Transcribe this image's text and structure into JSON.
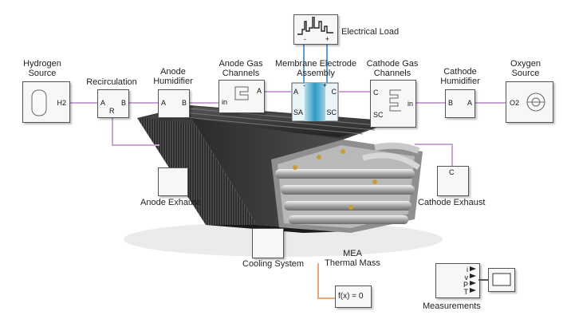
{
  "title": "",
  "blocks": {
    "hydrogen_source": {
      "label": "Hydrogen\nSource",
      "port": "H2"
    },
    "recirculation": {
      "label": "Recirculation",
      "ports": [
        "A",
        "B"
      ],
      "glyph": "R"
    },
    "anode_humidifier": {
      "label": "Anode\nHumidifier",
      "ports": [
        "A",
        "B"
      ]
    },
    "anode_gas_channels": {
      "label": "Anode Gas\nChannels",
      "ports": [
        "in",
        "A"
      ]
    },
    "mea": {
      "label": "Membrane Electrode\nAssembly",
      "ports": [
        "A",
        "C",
        "-",
        "+",
        "SA",
        "SC"
      ]
    },
    "electrical_load": {
      "label": "Electrical Load",
      "ports": [
        "-",
        "+"
      ]
    },
    "cathode_gas_channels": {
      "label": "Cathode Gas\nChannels",
      "ports": [
        "C",
        "SC",
        "in"
      ]
    },
    "cathode_humidifier": {
      "label": "Cathode\nHumidifier",
      "ports": [
        "B",
        "A"
      ]
    },
    "oxygen_source": {
      "label": "Oxygen\nSource",
      "port": "O2"
    },
    "anode_exhaust": {
      "label": "Anode Exhaust"
    },
    "cathode_exhaust": {
      "label": "Cathode Exhaust",
      "port": "C"
    },
    "cooling_system": {
      "label": "Cooling System"
    },
    "mea_thermal_mass": {
      "label": "MEA\nThermal Mass"
    },
    "solver": {
      "label": "f(x) = 0"
    },
    "measurements": {
      "label": "Measurements",
      "ports": [
        "i",
        "v",
        "P",
        "T"
      ]
    }
  },
  "colors": {
    "wire_gas": "#c9a6d6",
    "wire_thermal": "#e8a67a",
    "wire_electric": "#5aa0d8"
  }
}
